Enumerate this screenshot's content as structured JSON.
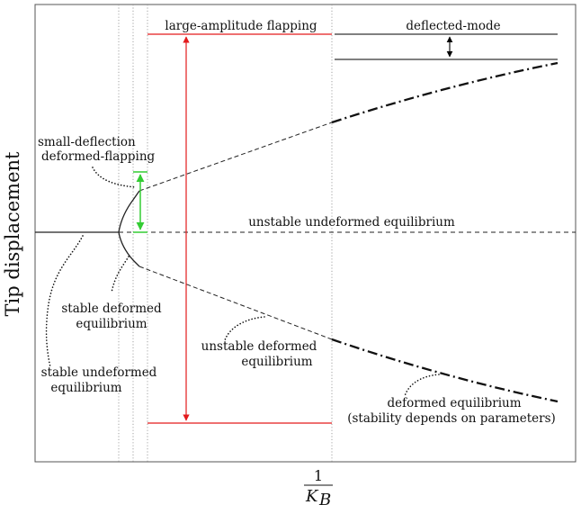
{
  "diagram": {
    "y_axis_label": "Tip displacement",
    "x_axis_label": {
      "numerator": "1",
      "denominator_symbol": "K",
      "denominator_subscript": "B"
    },
    "regions": {
      "large_amplitude": "large-amplitude flapping",
      "deflected_mode": "deflected-mode"
    },
    "annotations": {
      "small_deflection_line1": "small-deflection",
      "small_deflection_line2": "deformed-flapping",
      "unstable_undeformed": "unstable undeformed equilibrium",
      "stable_deformed_line1": "stable deformed",
      "stable_deformed_line2": "equilibrium",
      "unstable_deformed_line1": "unstable deformed",
      "unstable_deformed_line2": "equilibrium",
      "stable_undeformed_line1": "stable undeformed",
      "stable_undeformed_line2": "equilibrium",
      "deformed_eq_line1": "deformed equilibrium",
      "deformed_eq_line2": "(stability depends on parameters)"
    },
    "colors": {
      "frame": "#555555",
      "curve": "#222222",
      "large_amplitude_arrow": "#e31a1c",
      "small_deflection_arrow": "#33cc33",
      "guide_line": "#999999"
    }
  }
}
